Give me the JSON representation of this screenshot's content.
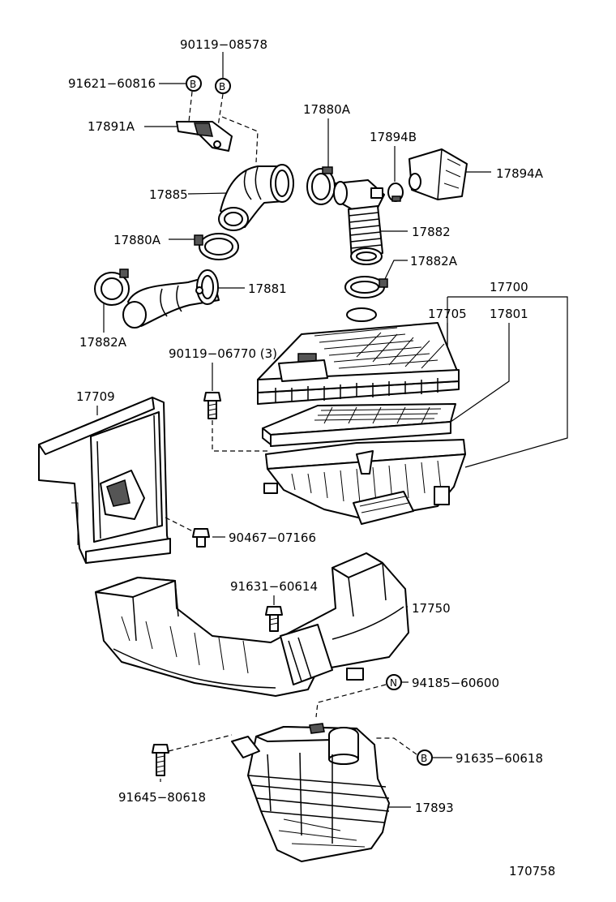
{
  "labels": {
    "p90119_08578": "90119−08578",
    "p91621_60816": "91621−60816",
    "p17891A": "17891A",
    "p17880A_top": "17880A",
    "p17894B": "17894B",
    "p17894A": "17894A",
    "p17885": "17885",
    "p17882": "17882",
    "p17880A_left": "17880A",
    "p17882A_right": "17882A",
    "p17881": "17881",
    "p17882A_left": "17882A",
    "p17700": "17700",
    "p17705": "17705",
    "p17801": "17801",
    "p90119_06770": "90119−06770 (3)",
    "p17709": "17709",
    "p90467_07166": "90467−07166",
    "p91631_60614": "91631−60614",
    "p17750": "17750",
    "p94185_60600": "94185−60600",
    "p91635_60618": "91635−60618",
    "p91645_80618": "91645−80618",
    "p17893": "17893",
    "diagram_id": "170758"
  },
  "callouts": {
    "b_left": "B",
    "b_right": "B",
    "n_mark": "N",
    "b_bottom": "B"
  }
}
